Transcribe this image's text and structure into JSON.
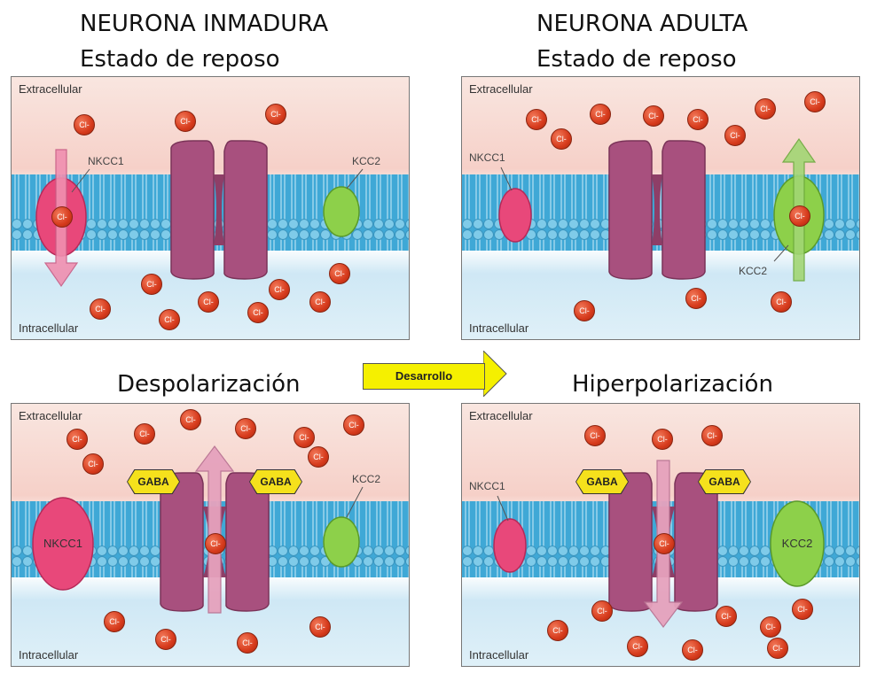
{
  "titles": {
    "top_left_line1": "NEURONA INMADURA",
    "top_left_line2": "Estado de reposo",
    "top_right_line1": "NEURONA ADULTA",
    "top_right_line2": "Estado de reposo",
    "bottom_left": "Despolarización",
    "bottom_right": "Hiperpolarización"
  },
  "development_label": "Desarrollo",
  "labels": {
    "extracellular": "Extracellular",
    "intracellular": "Intracellular",
    "nkcc1": "NKCC1",
    "kcc2": "KCC2",
    "gaba": "GABA",
    "cl": "Cl-"
  },
  "colors": {
    "extracellular_top": "#f7dcd6",
    "intracellular": "#d4ecf7",
    "membrane_head": "#5bbbe0",
    "channel": "#a8507e",
    "nkcc1": "#e8487a",
    "kcc2": "#8dd04a",
    "arrow_pink": "#e87899",
    "arrow_green": "#8ccc5a",
    "chloride": "#d63a1c",
    "gaba": "#f5e11c",
    "development_box": "#f5f000"
  }
}
